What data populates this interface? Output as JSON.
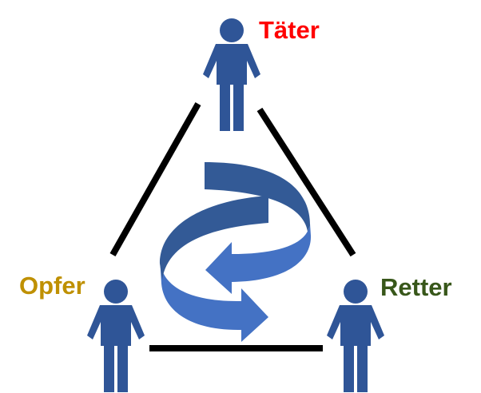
{
  "roles": {
    "perpetrator": {
      "label": "Täter",
      "color": "#ff0000"
    },
    "victim": {
      "label": "Opfer",
      "color": "#bf9000"
    },
    "rescuer": {
      "label": "Retter",
      "color": "#38571a"
    }
  },
  "colors": {
    "figure": "#2f5597",
    "arrow_dark": "#335a96",
    "arrow_light": "#4472c4",
    "line": "#000000"
  }
}
